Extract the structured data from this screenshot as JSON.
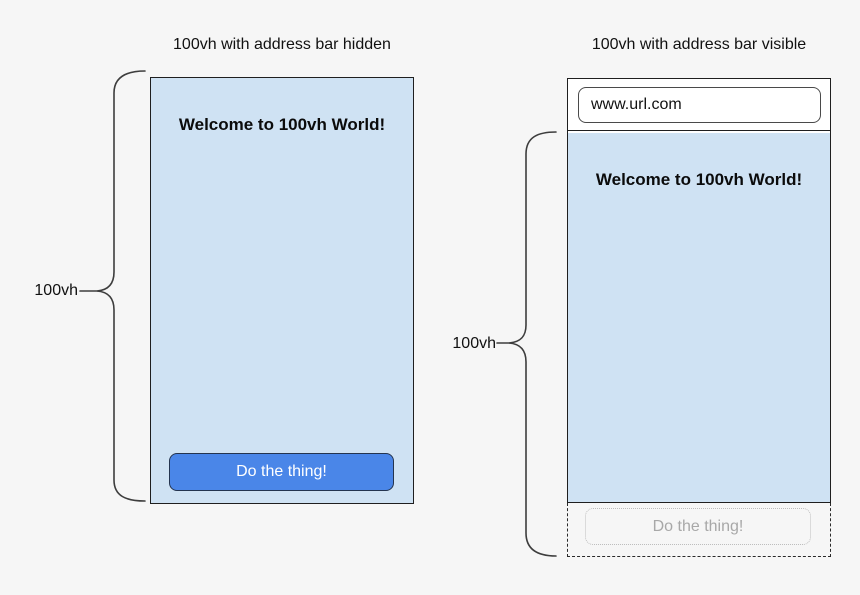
{
  "colors": {
    "background": "#f6f6f6",
    "viewport_fill": "#cfe2f3",
    "button_fill": "#4a86e8",
    "button_text": "#ffffff",
    "outline": "#1f1f1f",
    "ghost_text": "#a8a8a8",
    "ghost_border": "#bdbdbd",
    "brace": "#3d3d3d"
  },
  "left_figure": {
    "title": "100vh with address bar hidden",
    "heading": "Welcome to 100vh World!",
    "button_label": "Do the thing!",
    "brace_label": "100vh"
  },
  "right_figure": {
    "title": "100vh with address bar visible",
    "address_bar_url": "www.url.com",
    "heading": "Welcome to 100vh World!",
    "button_label": "Do the thing!",
    "brace_label": "100vh"
  }
}
